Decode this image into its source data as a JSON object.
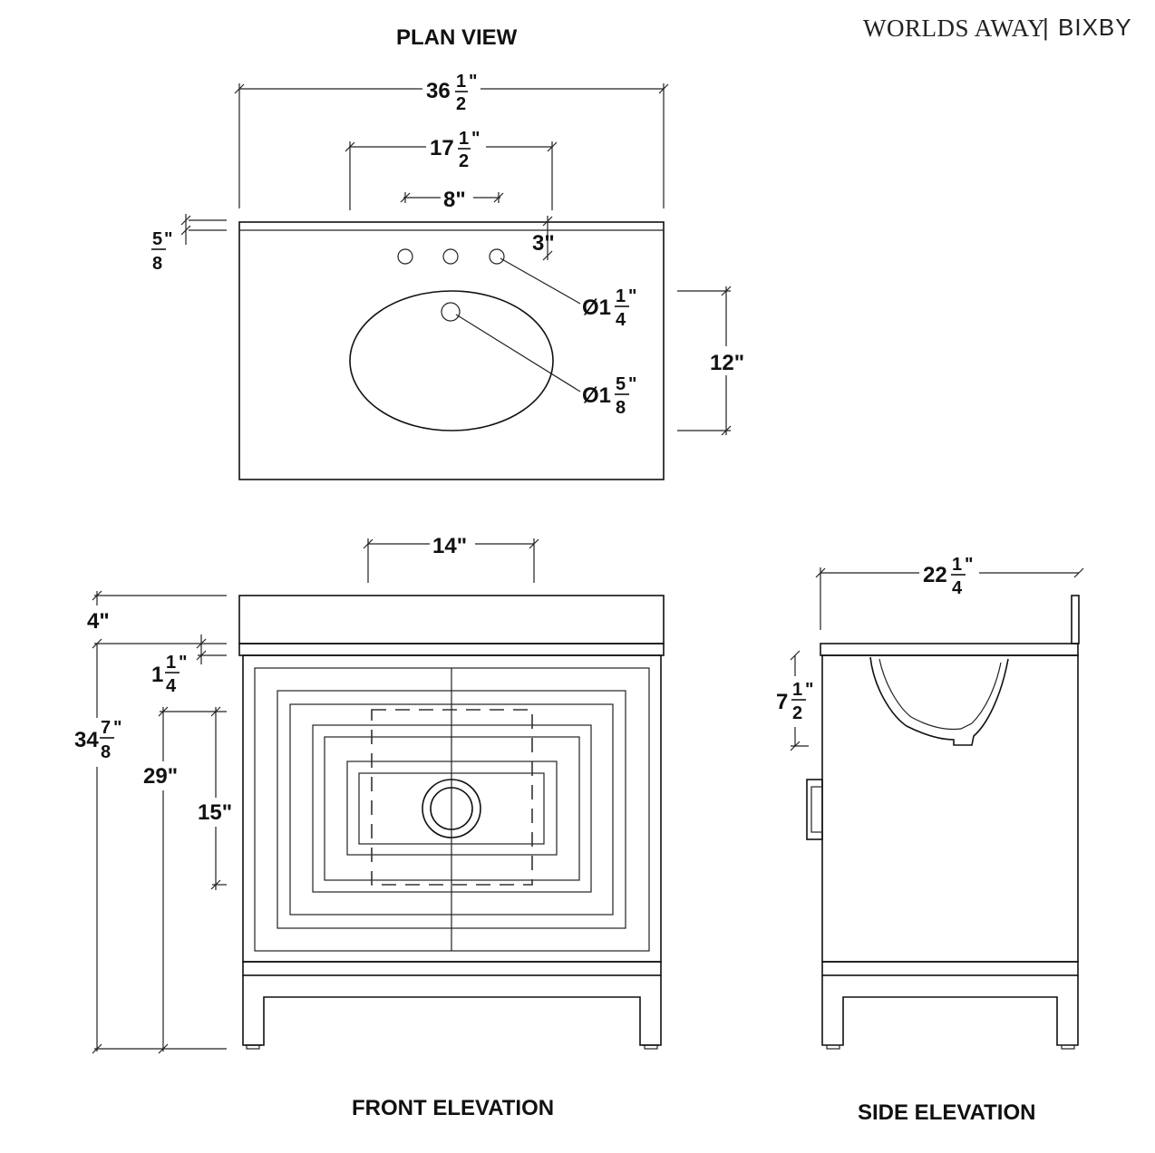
{
  "brand": {
    "primary": "WORLDS AWAY",
    "separator": "|",
    "secondary": "BIXBY"
  },
  "views": {
    "plan": "PLAN VIEW",
    "front": "FRONT ELEVATION",
    "side": "SIDE ELEVATION"
  },
  "plan_dims": {
    "overall_width": {
      "whole": "36",
      "num": "1",
      "den": "2"
    },
    "faucet_spread": {
      "whole": "17",
      "num": "1",
      "den": "2"
    },
    "hole_spacing": "8\"",
    "top_thickness": {
      "num": "5",
      "den": "8"
    },
    "backsplash_offset": "3\"",
    "faucet_hole_dia": {
      "whole": "Ø1",
      "num": "1",
      "den": "4"
    },
    "drain_hole_dia": {
      "whole": "Ø1",
      "num": "5",
      "den": "8"
    },
    "basin_depth": "12\""
  },
  "front_dims": {
    "basin_width": "14\"",
    "top_height": "4\"",
    "lip": {
      "whole": "1",
      "num": "1",
      "den": "4"
    },
    "overall_height": {
      "whole": "34",
      "num": "7",
      "den": "8"
    },
    "cabinet_height": "29\"",
    "door_height": "15\""
  },
  "side_dims": {
    "depth": {
      "whole": "22",
      "num": "1",
      "den": "4"
    },
    "basin_drop": {
      "whole": "7",
      "num": "1",
      "den": "2"
    }
  }
}
